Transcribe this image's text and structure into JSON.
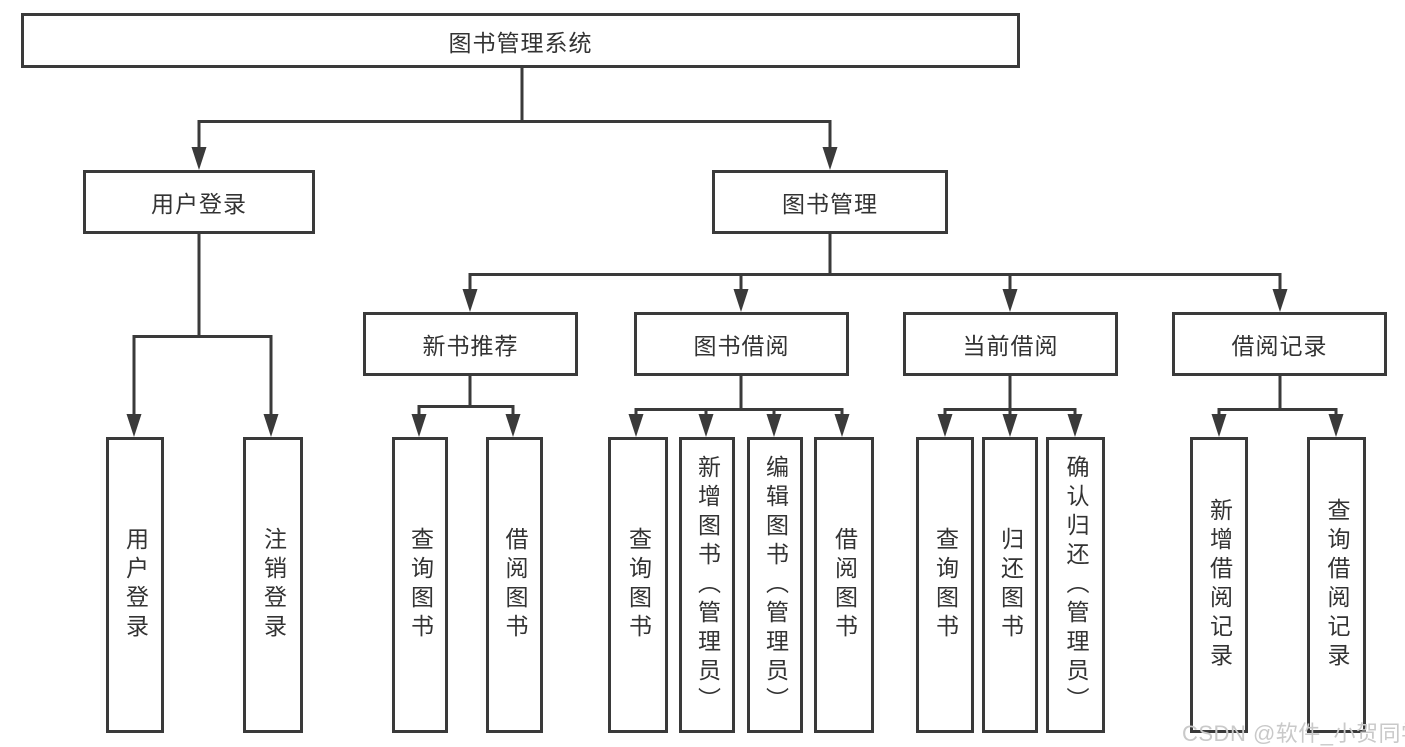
{
  "diagram": {
    "root": {
      "label": "图书管理系统"
    },
    "branches": [
      {
        "label": "用户登录",
        "children": [
          "用户登录",
          "注销登录"
        ]
      },
      {
        "label": "图书管理",
        "sub_branches": [
          {
            "label": "新书推荐",
            "children": [
              "查询图书",
              "借阅图书"
            ]
          },
          {
            "label": "图书借阅",
            "children": [
              "查询图书",
              "新增图书（管理员）",
              "编辑图书（管理员）",
              "借阅图书"
            ]
          },
          {
            "label": "当前借阅",
            "children": [
              "查询图书",
              "归还图书",
              "确认归还（管理员）"
            ]
          },
          {
            "label": "借阅记录",
            "children": [
              "新增借阅记录",
              "查询借阅记录"
            ]
          }
        ]
      }
    ]
  },
  "watermark": {
    "text": "CSDN @软件_小贺同学"
  },
  "colors": {
    "line": "#3a3a3a",
    "box_border": "#3a3a3a",
    "box_fill": "#ffffff",
    "label_text": "#333333",
    "watermark_text": "#c9c9c9",
    "background": "#ffffff"
  }
}
